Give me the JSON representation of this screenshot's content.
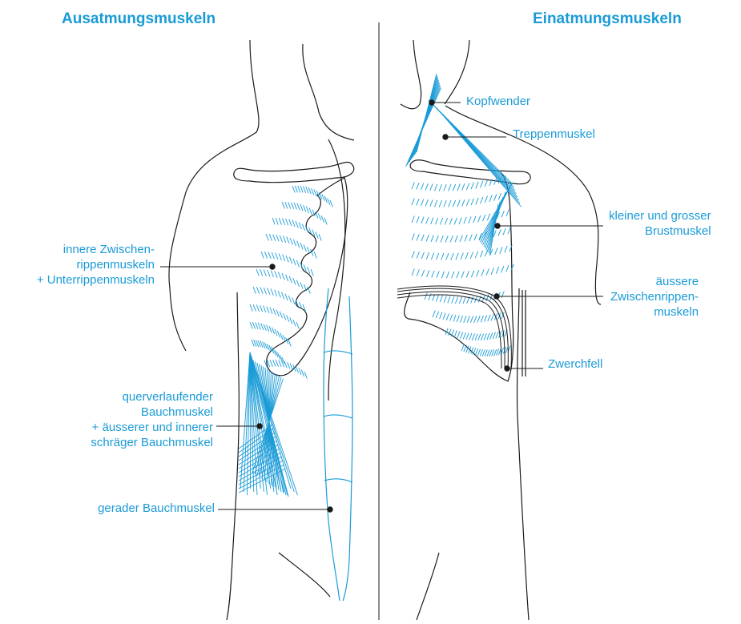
{
  "headings": {
    "left": "Ausatmungsmuskeln",
    "right": "Einatmungsmuskeln"
  },
  "labels": {
    "innere": [
      "innere Zwischen-",
      "rippenmuskeln",
      "+ Unterrippenmuskeln"
    ],
    "quer": [
      "querverlaufender",
      "Bauchmuskel",
      "+ äusserer und innerer",
      "schräger Bauchmuskel"
    ],
    "gerader": [
      "gerader Bauchmuskel"
    ],
    "kopfwender": [
      "Kopfwender"
    ],
    "treppen": [
      "Treppenmuskel"
    ],
    "brust": [
      "kleiner und grosser",
      "Brustmuskel"
    ],
    "aeussere": [
      "äussere",
      "Zwischenrippen-",
      "muskeln"
    ],
    "zwerchfell": [
      "Zwerchfell"
    ]
  },
  "colors": {
    "accent": "#1a9bd7",
    "outline": "#1a1a1a",
    "background": "#ffffff"
  }
}
